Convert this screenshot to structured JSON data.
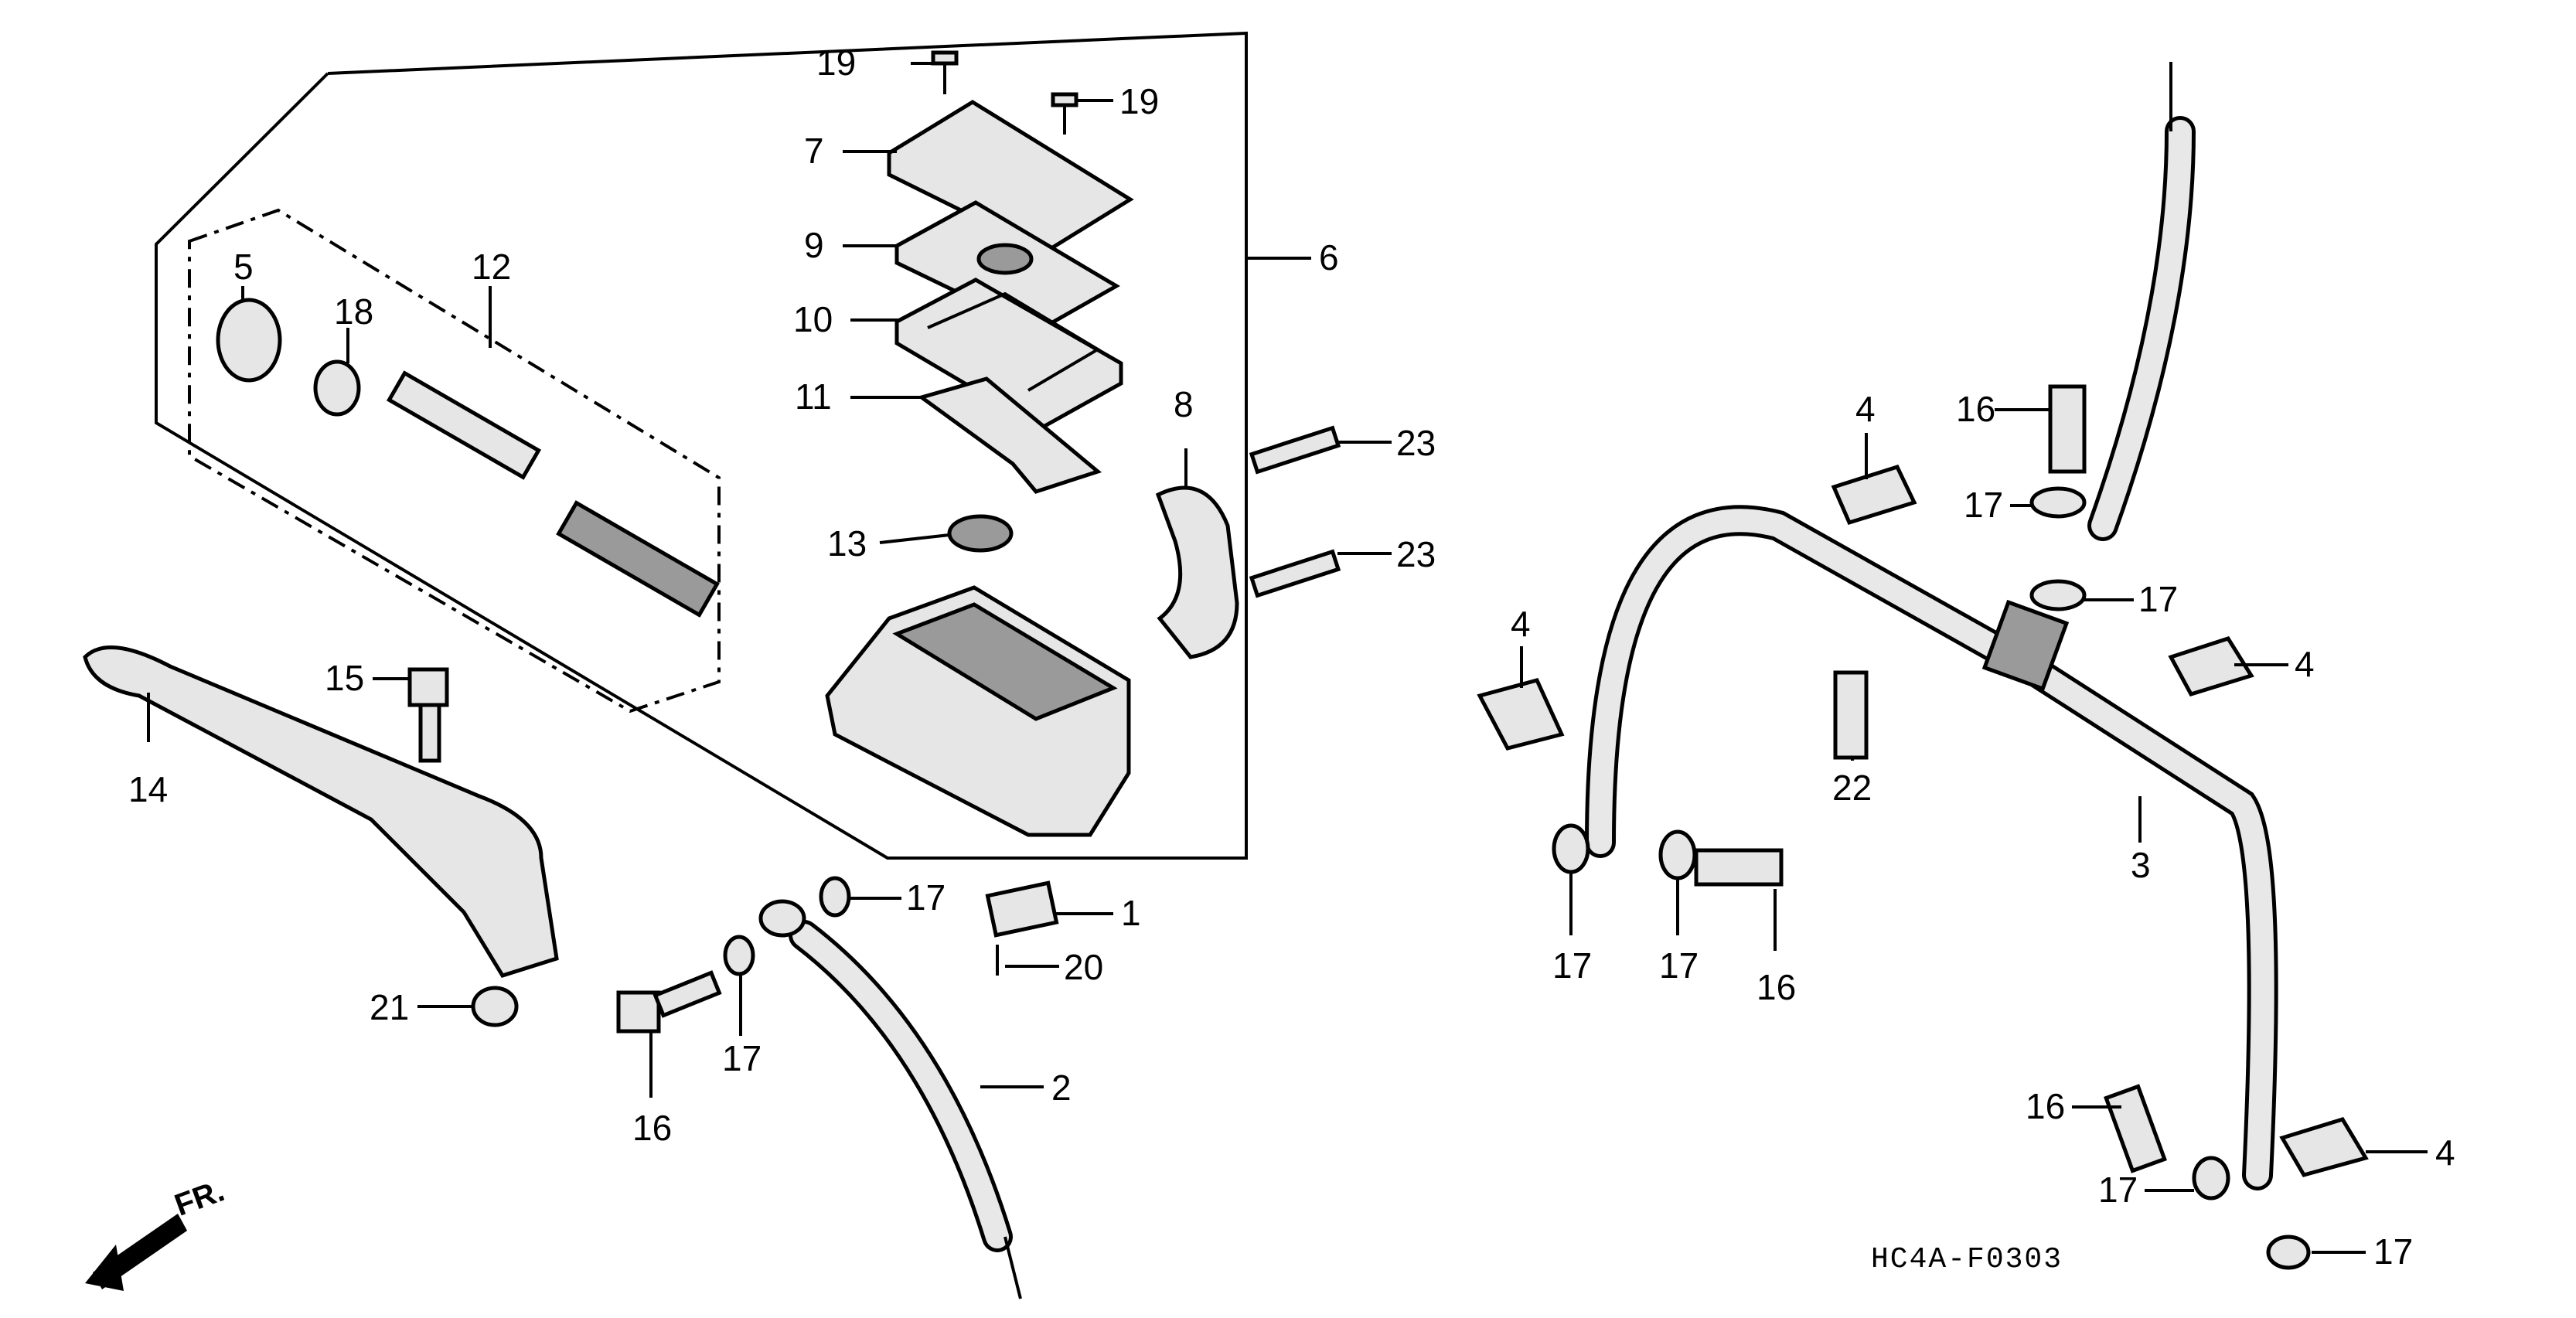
{
  "diagram": {
    "code": "HC4A-F0303",
    "direction_label": "FR.",
    "callouts": [
      {
        "id": "c1",
        "text": "1"
      },
      {
        "id": "c2",
        "text": "2"
      },
      {
        "id": "c3",
        "text": "3"
      },
      {
        "id": "c4a",
        "text": "4"
      },
      {
        "id": "c4b",
        "text": "4"
      },
      {
        "id": "c4c",
        "text": "4"
      },
      {
        "id": "c4d",
        "text": "4"
      },
      {
        "id": "c5",
        "text": "5"
      },
      {
        "id": "c6",
        "text": "6"
      },
      {
        "id": "c7",
        "text": "7"
      },
      {
        "id": "c8",
        "text": "8"
      },
      {
        "id": "c9",
        "text": "9"
      },
      {
        "id": "c10",
        "text": "10"
      },
      {
        "id": "c11",
        "text": "11"
      },
      {
        "id": "c12",
        "text": "12"
      },
      {
        "id": "c13",
        "text": "13"
      },
      {
        "id": "c14",
        "text": "14"
      },
      {
        "id": "c15",
        "text": "15"
      },
      {
        "id": "c16a",
        "text": "16"
      },
      {
        "id": "c16b",
        "text": "16"
      },
      {
        "id": "c16c",
        "text": "16"
      },
      {
        "id": "c16d",
        "text": "16"
      },
      {
        "id": "c17a",
        "text": "17"
      },
      {
        "id": "c17b",
        "text": "17"
      },
      {
        "id": "c17c",
        "text": "17"
      },
      {
        "id": "c17d",
        "text": "17"
      },
      {
        "id": "c17e",
        "text": "17"
      },
      {
        "id": "c17f",
        "text": "17"
      },
      {
        "id": "c17g",
        "text": "17"
      },
      {
        "id": "c17h",
        "text": "17"
      },
      {
        "id": "c18",
        "text": "18"
      },
      {
        "id": "c19a",
        "text": "19"
      },
      {
        "id": "c19b",
        "text": "19"
      },
      {
        "id": "c20",
        "text": "20"
      },
      {
        "id": "c21",
        "text": "21"
      },
      {
        "id": "c22",
        "text": "22"
      },
      {
        "id": "c23a",
        "text": "23"
      },
      {
        "id": "c23b",
        "text": "23"
      }
    ]
  }
}
